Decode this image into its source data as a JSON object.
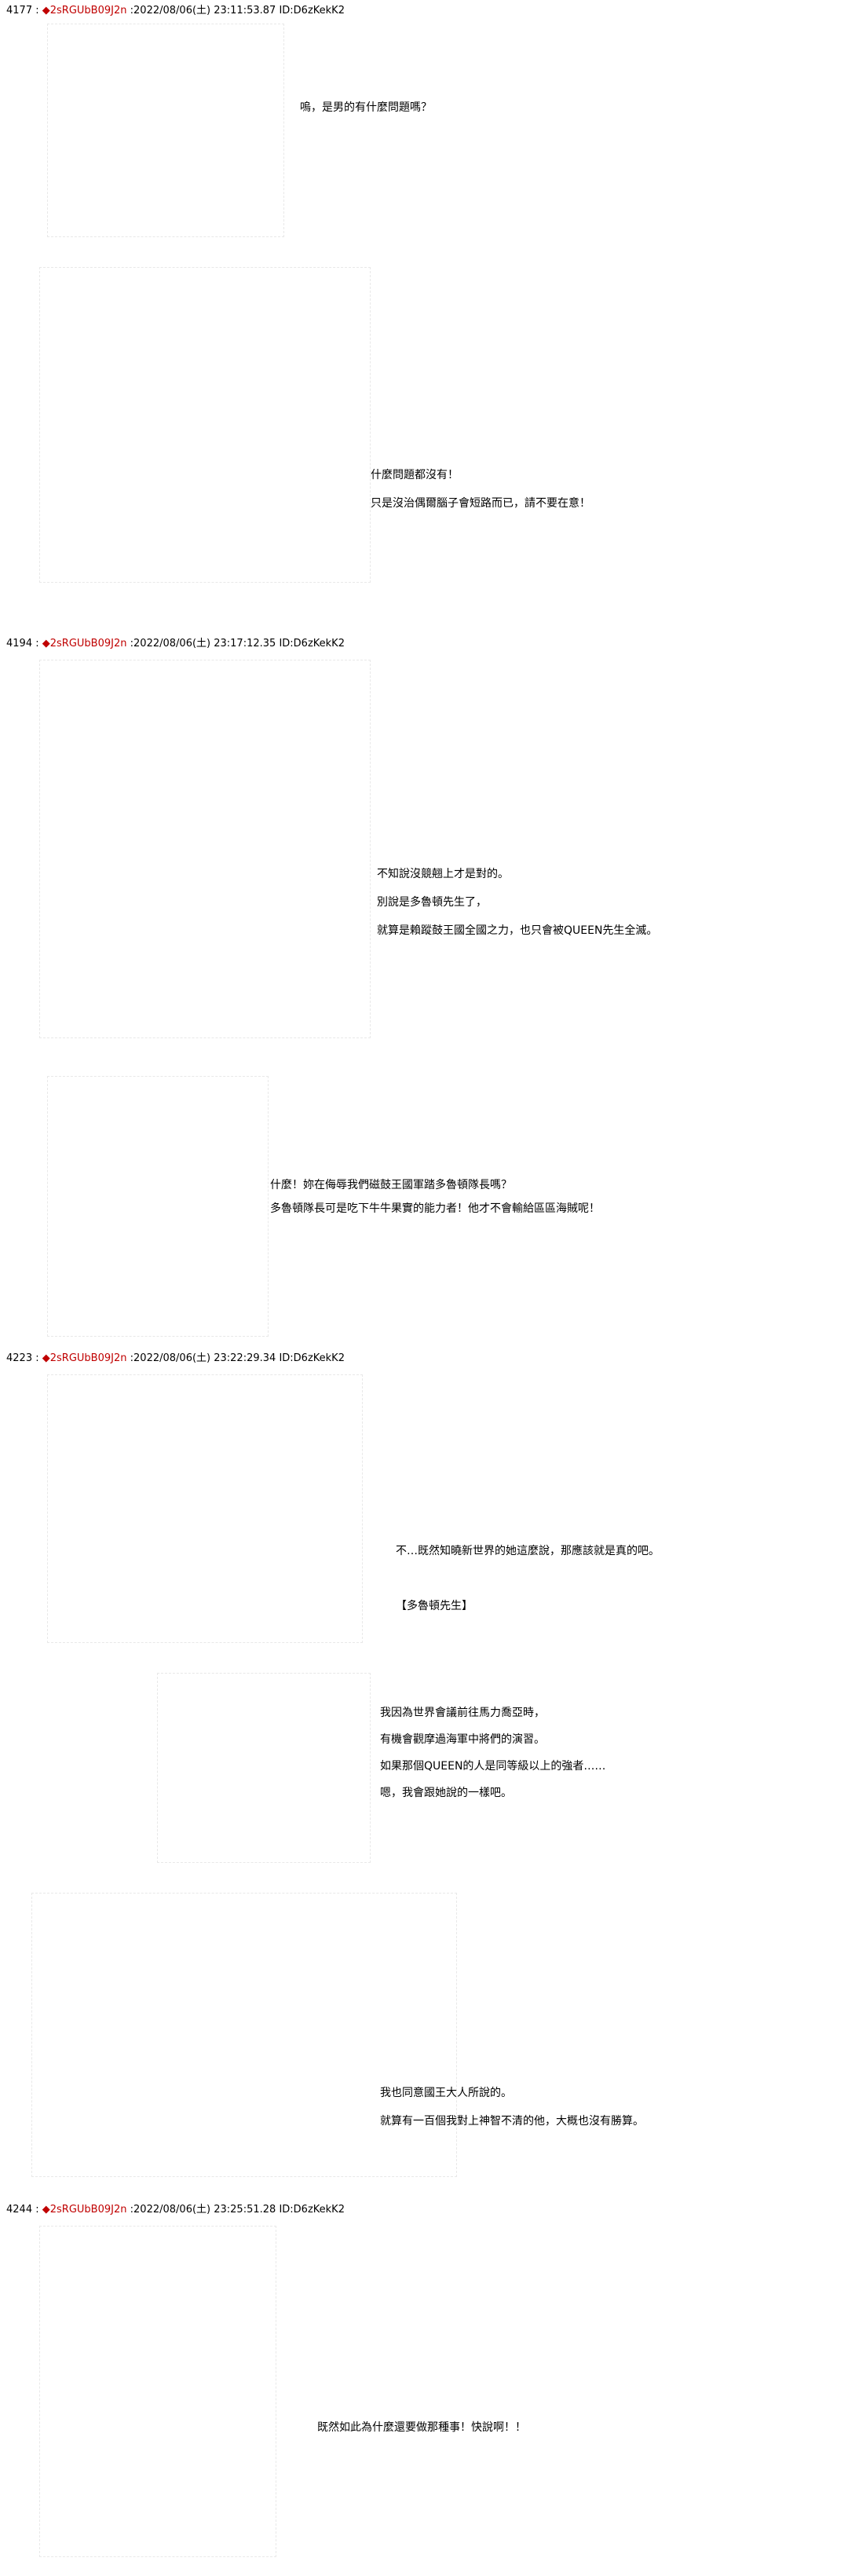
{
  "posts": [
    {
      "number": "4177",
      "name": "2sRGUbB09J2n",
      "date": "2022/08/06(土) 23:11:53.87",
      "id": "ID:D6zKekK2"
    },
    {
      "number": "4194",
      "name": "2sRGUbB09J2n",
      "date": "2022/08/06(土) 23:17:12.35",
      "id": "ID:D6zKekK2"
    },
    {
      "number": "4223",
      "name": "2sRGUbB09J2n",
      "date": "2022/08/06(土) 23:22:29.34",
      "id": "ID:D6zKekK2"
    },
    {
      "number": "4244",
      "name": "2sRGUbB09J2n",
      "date": "2022/08/06(土) 23:25:51.28",
      "id": "ID:D6zKekK2"
    }
  ],
  "separator": ":",
  "diamond": "◆",
  "dialogue": {
    "d1": "嗚，是男的有什麼問題嗎？",
    "d2": "什麼問題都沒有！",
    "d3": "只是沒治偶爾腦子會短路而已，請不要在意！",
    "d4": "不知說沒競翹上才是對的。",
    "d5": "別說是多魯頓先生了，",
    "d6": "就算是賴蹤鼓王國全國之力，也只會被QUEEN先生全滅。",
    "d7": "什麼！妳在侮辱我們磁鼓王國軍踏多魯頓隊長嗎？",
    "d8": "多魯頓隊長可是吃下牛牛果實的能力者！他才不會輸給區區海賊呢！",
    "d9": "不…既然知曉新世界的她這麼說，那應該就是真的吧。",
    "d10": "【多魯頓先生】",
    "d11": "我因為世界會議前往馬力喬亞時，",
    "d12": "有機會觀摩過海軍中將們的演習。",
    "d13": "如果那個QUEEN的人是同等級以上的強者……",
    "d14": "嗯，我會跟她說的一樣吧。",
    "d15": "我也同意國王大人所說的。",
    "d16": "就算有一百個我對上神智不清的他，大概也沒有勝算。",
    "d17": "既然如此為什麼還要做那種事！快說啊！！"
  }
}
